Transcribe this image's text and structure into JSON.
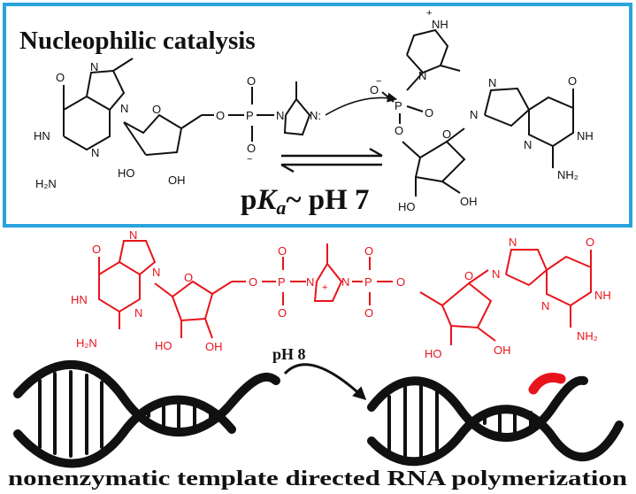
{
  "panel_top": {
    "title": "Nucleophilic catalysis",
    "pka_p": "p",
    "pka_K": "K",
    "pka_sub": "a",
    "pka_rest": "~ pH 7"
  },
  "panel_bottom": {
    "ph_label": "pH 8",
    "caption": "nonenzymatic template directed RNA polymerization"
  },
  "atoms": {
    "N": "N",
    "O": "O",
    "P": "P",
    "H2N": "H₂N",
    "NH2": "NH₂",
    "HN": "HN",
    "NH": "NH",
    "HO": "HO",
    "OH": "OH",
    "NH_plus": "NH",
    "minus": "−",
    "plus": "+",
    "N_colon": "N:"
  },
  "colors": {
    "frame": "#29a3dd",
    "black": "#111111",
    "red": "#e8141b"
  }
}
